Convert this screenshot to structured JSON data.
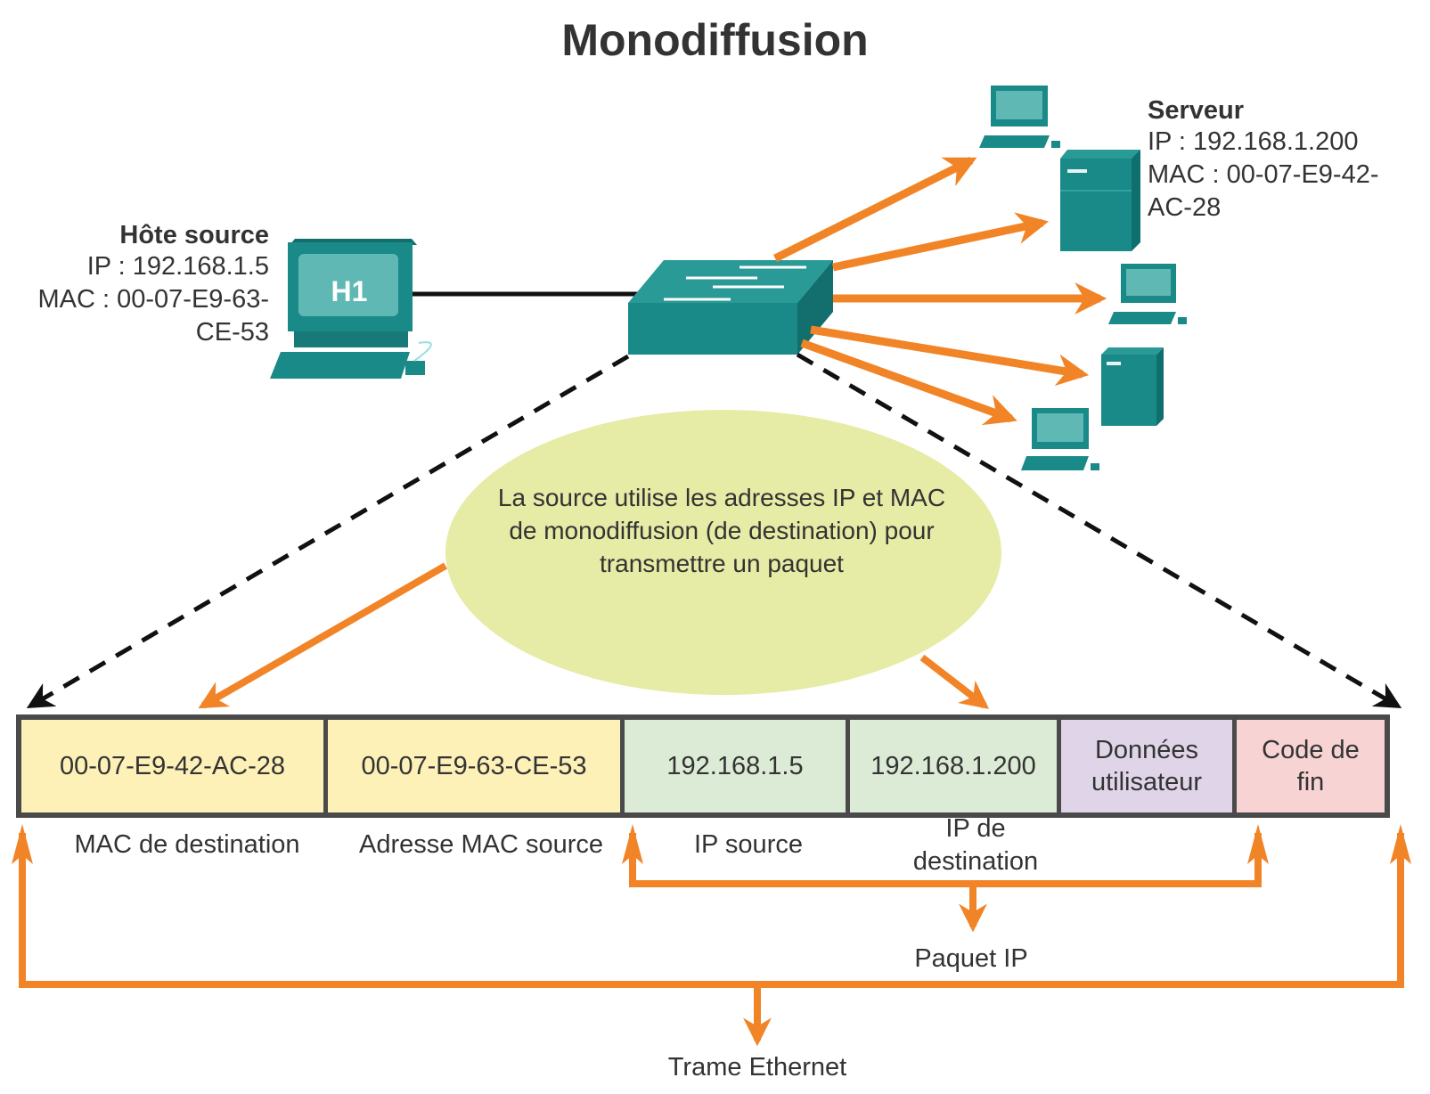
{
  "title": "Monodiffusion",
  "source_host": {
    "heading": "Hôte source",
    "ip_line": "IP : 192.168.1.5",
    "mac_line1": "MAC : 00-07-E9-63-",
    "mac_line2": "CE-53",
    "device_label": "H1"
  },
  "server": {
    "heading": "Serveur",
    "ip_line": "IP : 192.168.1.200",
    "mac_line1": "MAC : 00-07-E9-42-",
    "mac_line2": "AC-28"
  },
  "bubble_text": "La source utilise les adresses IP et MAC de monodiffusion (de destination) pour transmettre un paquet",
  "frame": {
    "fields": [
      {
        "value": "00-07-E9-42-AC-28",
        "label": "MAC de destination",
        "color": "#fdf1b8"
      },
      {
        "value": "00-07-E9-63-CE-53",
        "label": "Adresse MAC source",
        "color": "#fdf1b8"
      },
      {
        "value": "192.168.1.5",
        "label": "IP source",
        "color": "#dcebd6"
      },
      {
        "value": "192.168.1.200",
        "label": "IP de destination",
        "color": "#dcebd6"
      },
      {
        "value": "Données utilisateur",
        "label": "",
        "color": "#e0d5e8"
      },
      {
        "value": "Code de fin",
        "label": "",
        "color": "#f7d3d3"
      }
    ],
    "packet_label": "Paquet IP",
    "frame_label": "Trame Ethernet"
  },
  "colors": {
    "accent_orange": "#f28428",
    "device_teal": "#1a8a88",
    "bubble": "#e6eba5",
    "frame_border": "#4a4a4a"
  }
}
